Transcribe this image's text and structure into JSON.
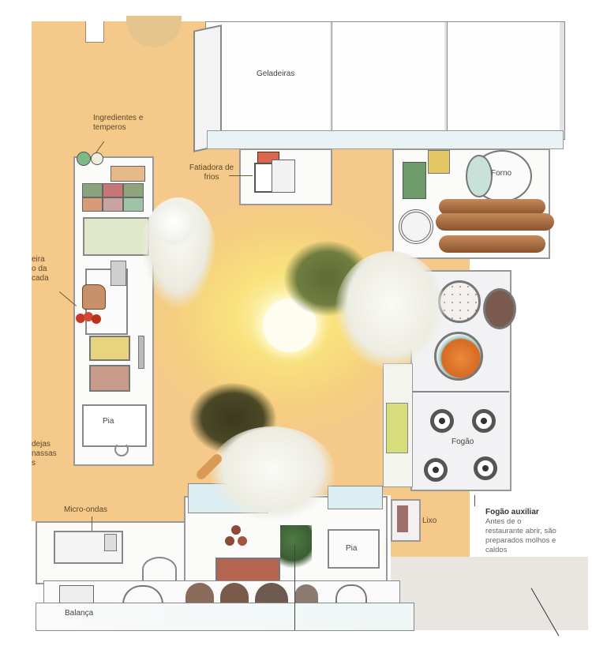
{
  "diagram": {
    "title": "Kitchen floor plan",
    "colors": {
      "floor": "#f5c98a",
      "counter": "#fbfbfa",
      "outline": "#8a8a8a",
      "light": "#fff6c8",
      "right_floor": "#e9e6e1"
    },
    "labels": {
      "geladeiras": "Geladeiras",
      "ingredientes": "Ingredientes e temperos",
      "fatiadora": "Fatiadora de frios",
      "forno": "Forno",
      "tabua": "eira\no da\ncada",
      "pia_left": "Pia",
      "bandejas": "dejas\nnassas\ns",
      "fogao": "Fogão",
      "lixo": "Lixo",
      "fogao_aux_title": "Fogão auxiliar",
      "fogao_aux_desc": "Antes de o restaurante abrir, são preparados molhos e caldos",
      "microondas": "Micro-ondas",
      "pia_bottom": "Pia",
      "balanca": "Balança"
    }
  }
}
